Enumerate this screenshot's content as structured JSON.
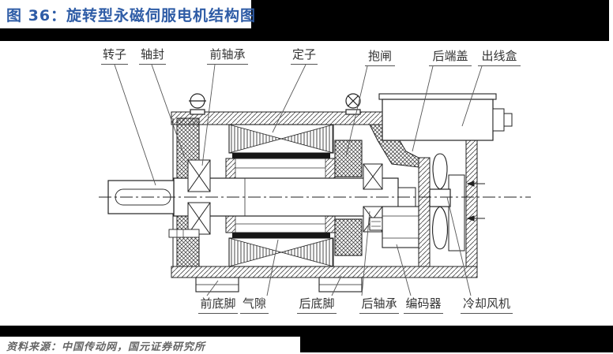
{
  "figure": {
    "title": "图 36：旋转型永磁伺服电机结构图",
    "source": "资料来源：中国传动网，国元证券研究所"
  },
  "diagram": {
    "name": "旋转型永磁伺服电机结构图",
    "labels_top": [
      {
        "id": "rotor",
        "text": "转子"
      },
      {
        "id": "shaft-seal",
        "text": "轴封"
      },
      {
        "id": "front-bearing",
        "text": "前轴承"
      },
      {
        "id": "stator",
        "text": "定子"
      },
      {
        "id": "brake",
        "text": "抱闸"
      },
      {
        "id": "rear-end-cover",
        "text": "后端盖"
      },
      {
        "id": "outlet-box",
        "text": "出线盒"
      }
    ],
    "labels_bottom": [
      {
        "id": "front-foot",
        "text": "前底脚"
      },
      {
        "id": "air-gap",
        "text": "气隙"
      },
      {
        "id": "rear-foot",
        "text": "后底脚"
      },
      {
        "id": "rear-bearing",
        "text": "后轴承"
      },
      {
        "id": "encoder",
        "text": "编码器"
      },
      {
        "id": "cooling-fan",
        "text": "冷却风机"
      }
    ]
  },
  "colors": {
    "title_blue": "#2e5ca6",
    "banner_black": "#000000",
    "source_gray": "#666666",
    "line_dark": "#2a2a2a"
  }
}
